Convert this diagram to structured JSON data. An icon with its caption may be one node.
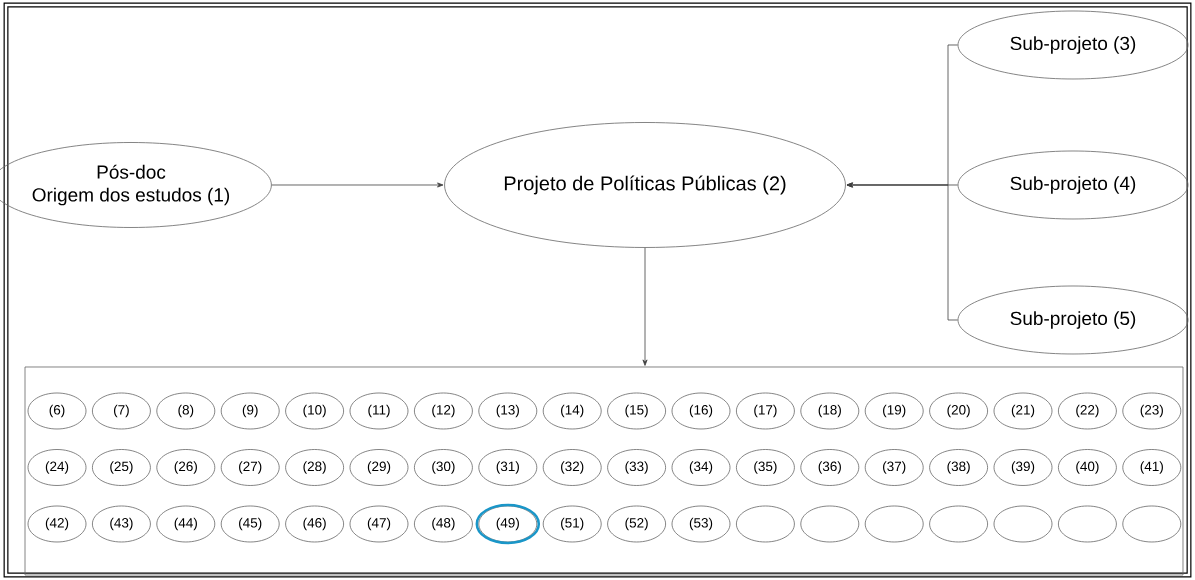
{
  "diagram": {
    "nodes": [
      {
        "text": [
          "Pós-doc",
          "Origem dos estudos (1)"
        ]
      },
      {
        "text": [
          "Projeto de Políticas Públicas (2)"
        ]
      },
      {
        "text": [
          "Sub-projeto (3)"
        ]
      },
      {
        "text": [
          "Sub-projeto (4)"
        ]
      },
      {
        "text": [
          "Sub-projeto (5)"
        ]
      },
      {
        "text": [],
        "shape": "box"
      },
      {
        "text": [
          "(6)"
        ],
        "in": 5
      },
      {
        "text": [
          "(7)"
        ],
        "in": 5
      },
      {
        "text": [
          "(8)"
        ],
        "in": 5
      },
      {
        "text": [
          "(9)"
        ],
        "in": 5
      },
      {
        "text": [
          "(10)"
        ],
        "in": 5
      },
      {
        "text": [
          "(11)"
        ],
        "in": 5
      },
      {
        "text": [
          "(12)"
        ],
        "in": 5
      },
      {
        "text": [
          "(13)"
        ],
        "in": 5
      },
      {
        "text": [
          "(14)"
        ],
        "in": 5
      },
      {
        "text": [
          "(15)"
        ],
        "in": 5
      },
      {
        "text": [
          "(16)"
        ],
        "in": 5
      },
      {
        "text": [
          "(17)"
        ],
        "in": 5
      },
      {
        "text": [
          "(18)"
        ],
        "in": 5
      },
      {
        "text": [
          "(19)"
        ],
        "in": 5
      },
      {
        "text": [
          "(20)"
        ],
        "in": 5
      },
      {
        "text": [
          "(21)"
        ],
        "in": 5
      },
      {
        "text": [
          "(22)"
        ],
        "in": 5
      },
      {
        "text": [
          "(23)"
        ],
        "in": 5
      },
      {
        "text": [
          "(24)"
        ],
        "in": 5
      },
      {
        "text": [
          "(25)"
        ],
        "in": 5
      },
      {
        "text": [
          "(26)"
        ],
        "in": 5
      },
      {
        "text": [
          "(27)"
        ],
        "in": 5
      },
      {
        "text": [
          "(28)"
        ],
        "in": 5
      },
      {
        "text": [
          "(29)"
        ],
        "in": 5
      },
      {
        "text": [
          "(30)"
        ],
        "in": 5
      },
      {
        "text": [
          "(31)"
        ],
        "in": 5
      },
      {
        "text": [
          "(32)"
        ],
        "in": 5
      },
      {
        "text": [
          "(33)"
        ],
        "in": 5
      },
      {
        "text": [
          "(34)"
        ],
        "in": 5
      },
      {
        "text": [
          "(35)"
        ],
        "in": 5
      },
      {
        "text": [
          "(36)"
        ],
        "in": 5
      },
      {
        "text": [
          "(37)"
        ],
        "in": 5
      },
      {
        "text": [
          "(38)"
        ],
        "in": 5
      },
      {
        "text": [
          "(39)"
        ],
        "in": 5
      },
      {
        "text": [
          "(40)"
        ],
        "in": 5
      },
      {
        "text": [
          "(41)"
        ],
        "in": 5
      },
      {
        "text": [
          "(42)"
        ],
        "in": 5
      },
      {
        "text": [
          "(43)"
        ],
        "in": 5
      },
      {
        "text": [
          "(44)"
        ],
        "in": 5
      },
      {
        "text": [
          "(45)"
        ],
        "in": 5
      },
      {
        "text": [
          "(46)"
        ],
        "in": 5
      },
      {
        "text": [
          "(47)"
        ],
        "in": 5
      },
      {
        "text": [
          "(48)"
        ],
        "in": 5
      },
      {
        "text": [
          "(49)"
        ],
        "in": 5
      },
      {
        "text": [
          "(51)"
        ],
        "in": 5
      },
      {
        "text": [
          "(52)"
        ],
        "in": 5
      },
      {
        "text": [
          "(53)"
        ],
        "in": 5
      },
      {
        "text": [],
        "shape": "ellipse",
        "in": 5
      },
      {
        "text": [],
        "shape": "ellipse",
        "in": 5
      },
      {
        "text": [],
        "shape": "ellipse",
        "in": 5
      },
      {
        "text": [],
        "shape": "ellipse",
        "in": 5
      },
      {
        "text": [],
        "shape": "ellipse",
        "in": 5
      },
      {
        "text": [],
        "shape": "ellipse",
        "in": 5
      },
      {
        "text": [],
        "shape": "ellipse",
        "in": 5
      }
    ],
    "edges": [
      {
        "from": 0,
        "to": 1,
        "arrow": "to"
      },
      {
        "from": 2,
        "to": 1,
        "arrow": "to"
      },
      {
        "from": 3,
        "to": 1,
        "arrow": "to"
      },
      {
        "from": 4,
        "to": 1,
        "arrow": "to"
      },
      {
        "from": 1,
        "to": 5,
        "arrow": "to"
      }
    ]
  }
}
